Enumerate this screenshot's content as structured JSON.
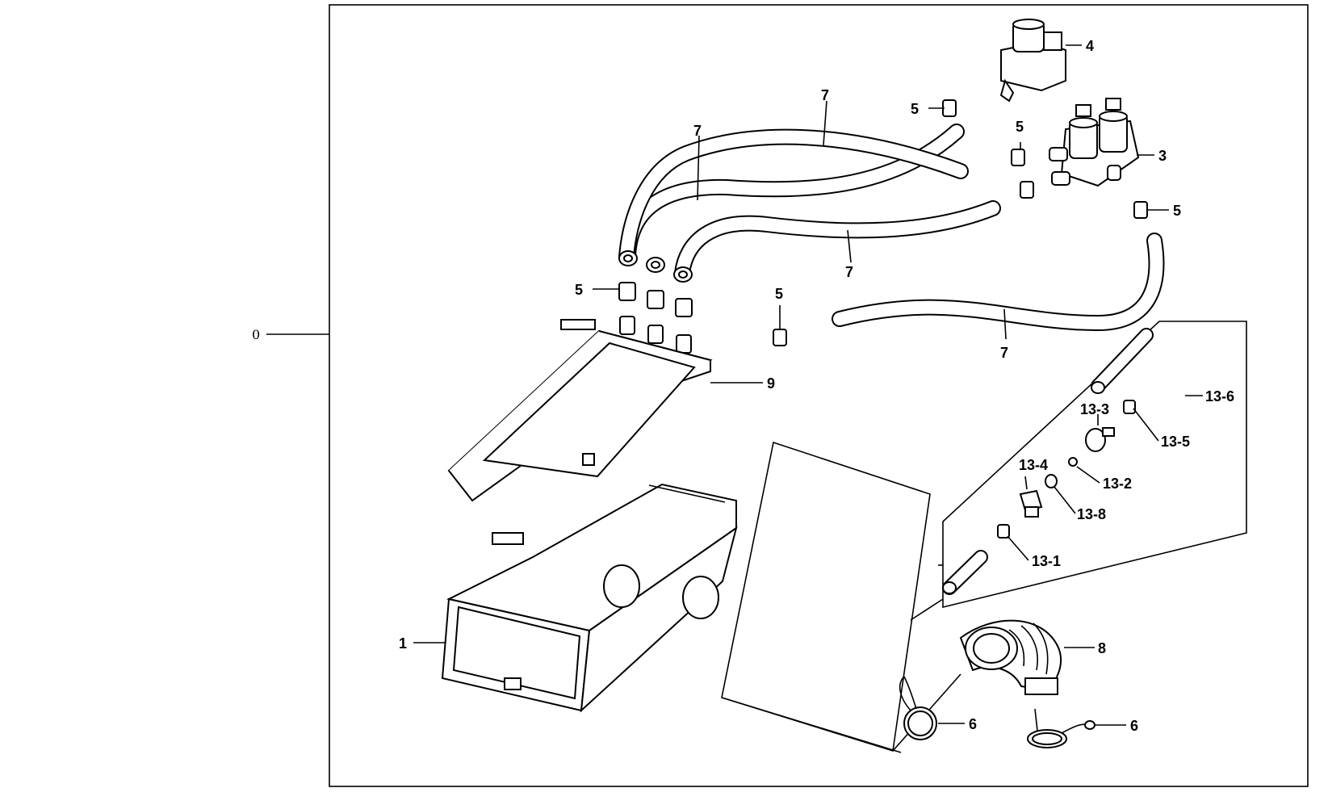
{
  "labels": {
    "assembly": "0",
    "drawer_housing": "1",
    "water_valve_dual": "3",
    "water_valve_single": "4",
    "clamp_a": "5",
    "clamp_b": "5",
    "clamp_c": "5",
    "clamp_d": "5",
    "clamp_e": "5",
    "spring_clamp_left": "6",
    "spring_clamp_right": "6",
    "hose_top": "7",
    "hose_mid_left": "7",
    "hose_mid": "7",
    "hose_bottom": "7",
    "bellows": "8",
    "cover": "9",
    "kit_13_1": "13-1",
    "kit_13_2": "13-2",
    "kit_13_3": "13-3",
    "kit_13_4": "13-4",
    "kit_13_5": "13-5",
    "kit_13_6": "13-6",
    "kit_13_8": "13-8"
  }
}
